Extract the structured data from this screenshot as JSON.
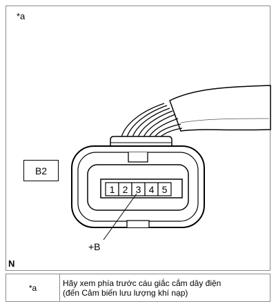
{
  "callouts": {
    "a": "*a",
    "connector_id": "B2",
    "pin_label": "+B",
    "orientation": "N"
  },
  "connector": {
    "pins": [
      "1",
      "2",
      "3",
      "4",
      "5"
    ]
  },
  "legend": {
    "key": "*a",
    "text_line1": "Hãy xem phía trước cáu giắc cắm dây điện",
    "text_line2": "(đến Cảm biến lưu lượng khí nạp)"
  }
}
